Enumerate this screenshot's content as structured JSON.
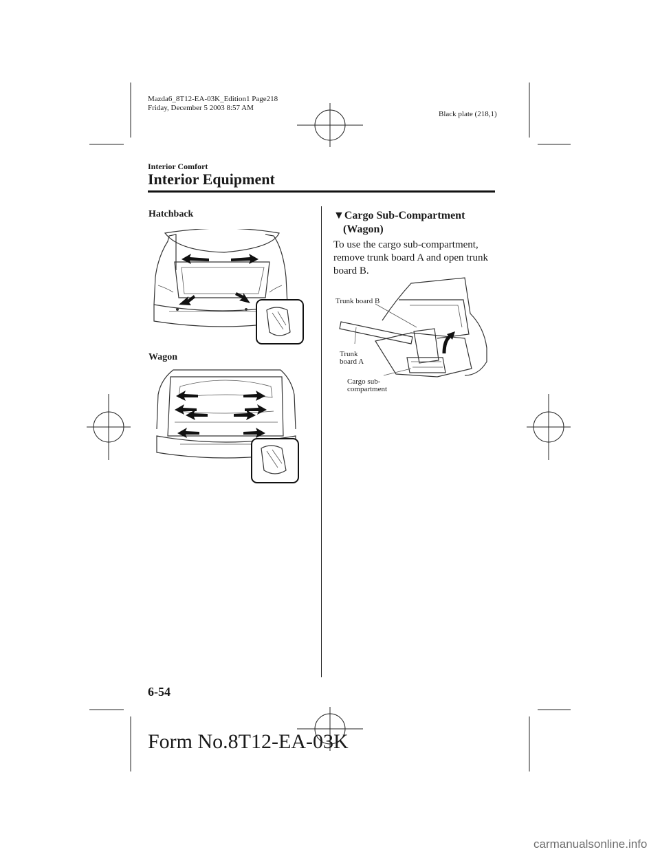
{
  "print_meta": {
    "line1": "Mazda6_8T12-EA-03K_Edition1 Page218",
    "line2": "Friday, December 5 2003 8:57 AM",
    "plate": "Black plate (218,1)"
  },
  "header": {
    "category": "Interior Comfort",
    "title": "Interior Equipment"
  },
  "left": {
    "hatchback_caption": "Hatchback",
    "wagon_caption": "Wagon"
  },
  "right": {
    "heading_marker": "▼",
    "heading_line1": "Cargo Sub-Compartment",
    "heading_line2": "(Wagon)",
    "body_line1": "To use the cargo sub-compartment,",
    "body_line2": "remove trunk board A and open trunk",
    "body_line3": "board B.",
    "figure_labels": {
      "trunk_board_b": "Trunk board B",
      "trunk_board_a_line1": "Trunk",
      "trunk_board_a_line2": "board A",
      "cargo_sub_line1": "Cargo sub-",
      "cargo_sub_line2": "compartment"
    }
  },
  "footer": {
    "page_number": "6-54",
    "form_number": "Form No.8T12-EA-03K",
    "watermark": "carmanualsonline.info"
  }
}
